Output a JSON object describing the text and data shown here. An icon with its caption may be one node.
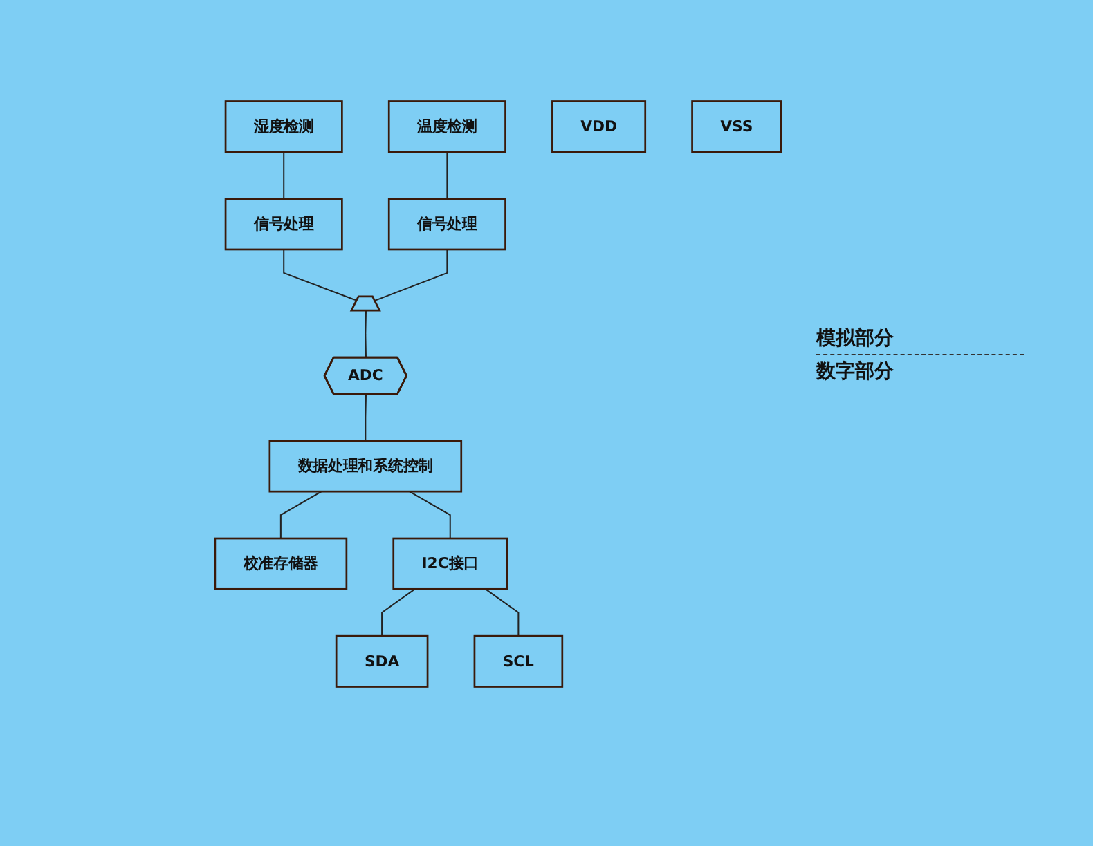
{
  "diagram": {
    "nodes": [
      {
        "text": [
          "湿度检测"
        ]
      },
      {
        "text": [
          "温度检测"
        ]
      },
      {
        "text": [
          "信号处理"
        ]
      },
      {
        "text": [
          "信号处理"
        ]
      },
      {
        "text": [],
        "shape": "trapezoid"
      },
      {
        "text": [
          "ADC"
        ]
      },
      {
        "text": [
          "数据处理和系统控制"
        ]
      },
      {
        "text": [
          "校准存储器"
        ]
      },
      {
        "text": [
          "I2C接口"
        ]
      },
      {
        "text": [
          "VDD"
        ]
      },
      {
        "text": [
          "VSS"
        ]
      },
      {
        "text": [
          "SDA"
        ]
      },
      {
        "text": [
          "SCL"
        ]
      }
    ],
    "edges": [
      {
        "from": 0,
        "to": 2,
        "arrow": "none"
      },
      {
        "from": 1,
        "to": 3,
        "arrow": "none"
      },
      {
        "from": 2,
        "to": 4,
        "arrow": "none"
      },
      {
        "from": 3,
        "to": 4,
        "arrow": "none"
      },
      {
        "from": 4,
        "to": 5,
        "arrow": "none"
      },
      {
        "from": 5,
        "to": 6,
        "arrow": "none"
      },
      {
        "from": 6,
        "to": 7,
        "arrow": "none"
      },
      {
        "from": 6,
        "to": 8,
        "arrow": "none"
      },
      {
        "from": 8,
        "to": 11,
        "arrow": "none"
      },
      {
        "from": 8,
        "to": 12,
        "arrow": "none"
      }
    ],
    "labels": [
      "模拟部分",
      "数字部分"
    ]
  }
}
